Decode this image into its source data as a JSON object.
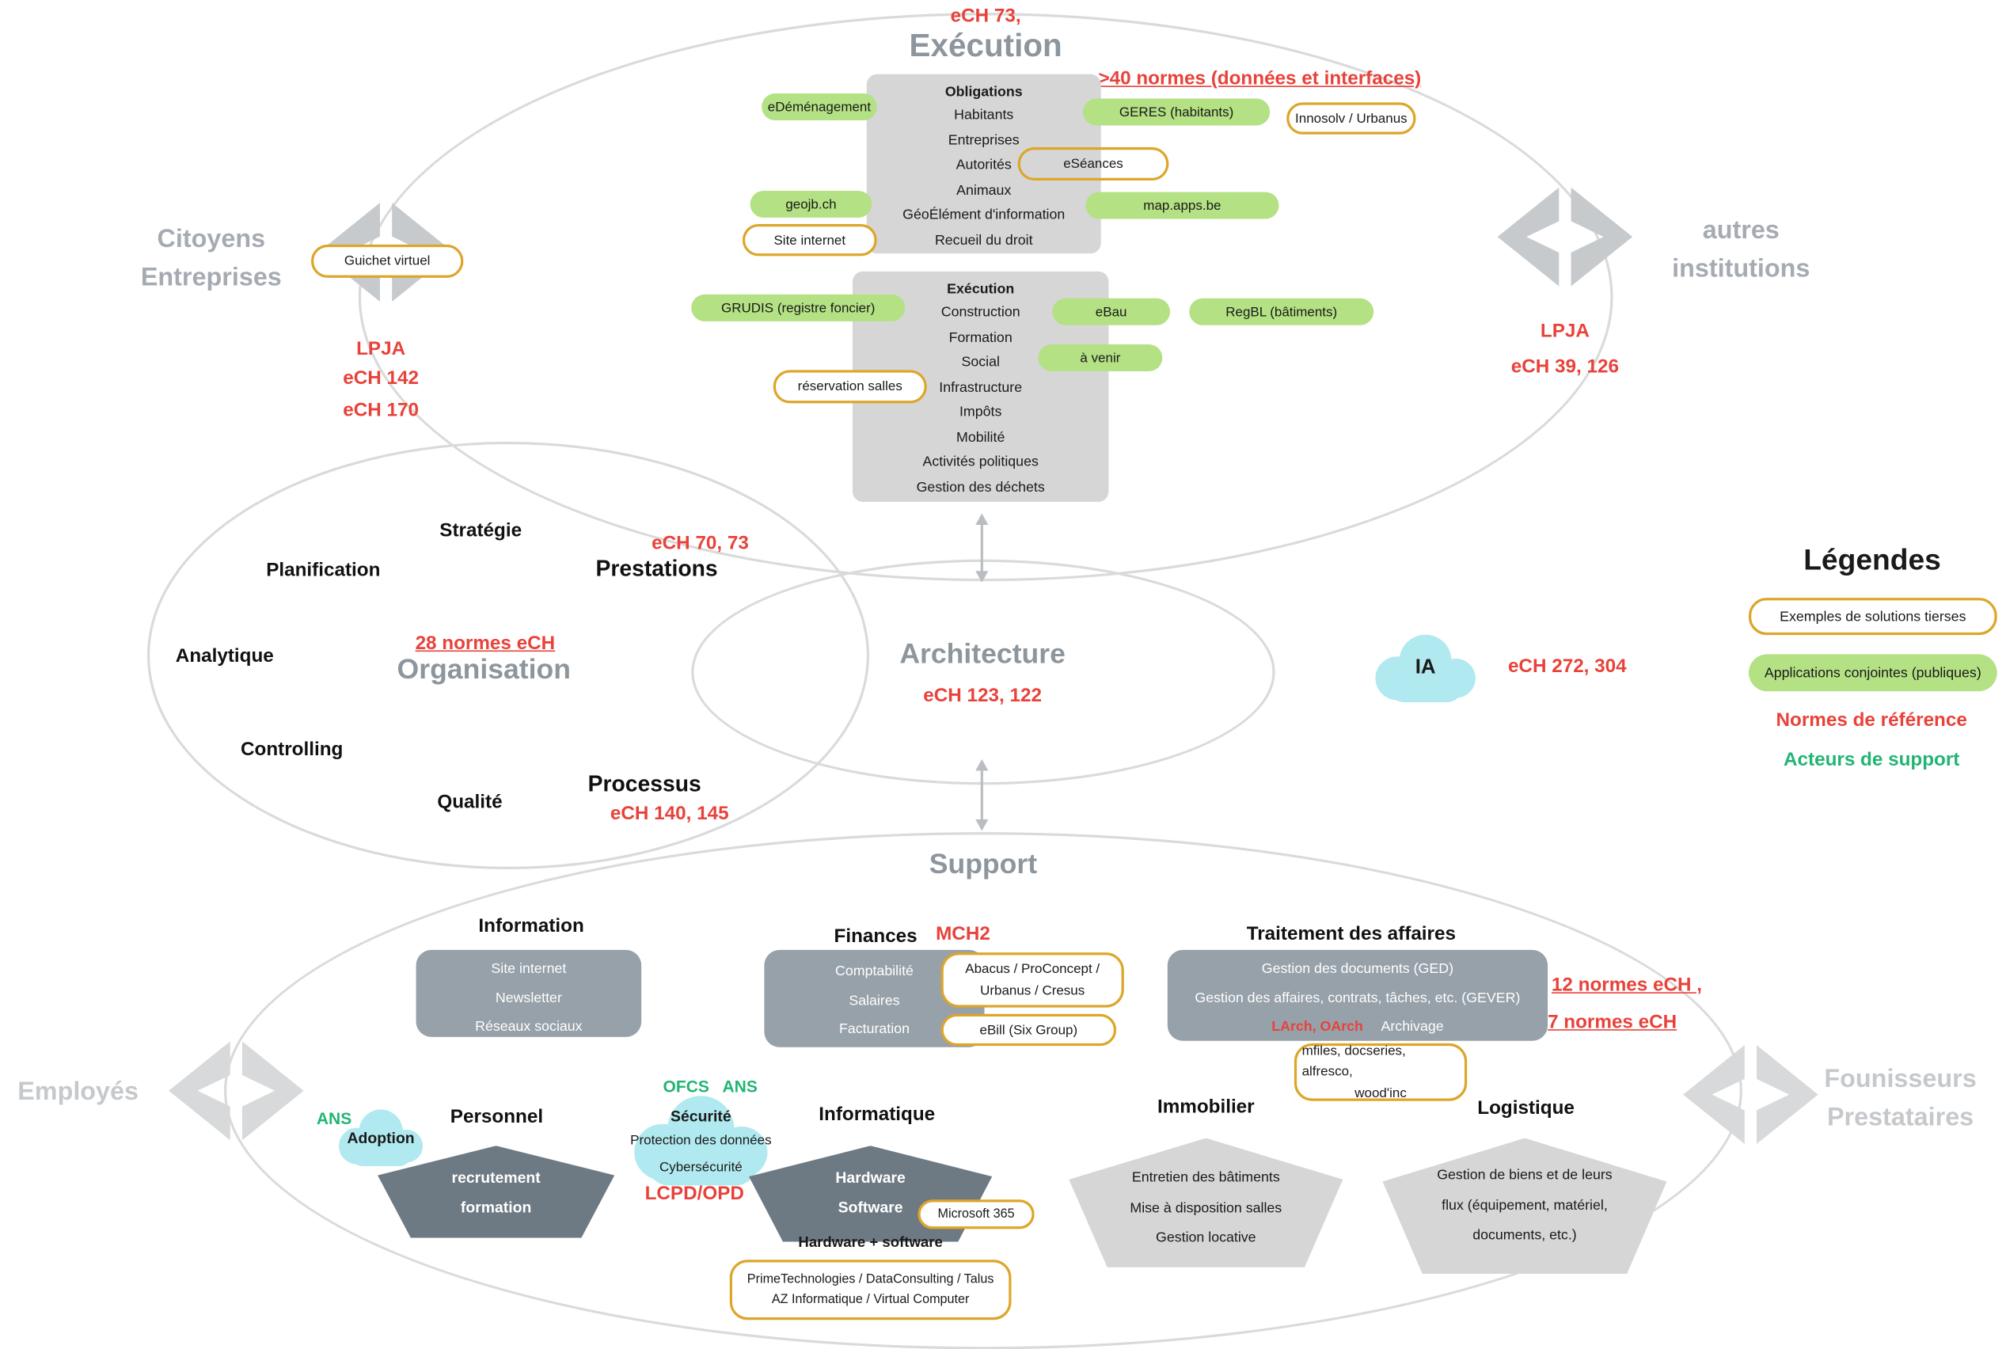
{
  "execution": {
    "norm": "eCH 73,",
    "title": "Exécution",
    "norms_banner": ">40 normes (données et interfaces)",
    "obligations": {
      "title": "Obligations",
      "items": [
        "Habitants",
        "Entreprises",
        "Autorités",
        "Animaux",
        "GéoÉlément d'information",
        "Recueil du droit"
      ]
    },
    "exec_box": {
      "title": "Exécution",
      "items": [
        "Construction",
        "Formation",
        "Social",
        "Infrastructure",
        "Impôts",
        "Mobilité",
        "Activités politiques",
        "Gestion des déchets"
      ]
    },
    "pills": {
      "edemenagement": "eDéménagement",
      "geres": "GERES (habitants)",
      "innosolv": "Innosolv / Urbanus",
      "eseances": "eSéances",
      "geojb": "geojb.ch",
      "mapapps": "map.apps.be",
      "site_internet": "Site internet",
      "grudis": "GRUDIS (registre foncier)",
      "ebau": "eBau",
      "regbl": "RegBL (bâtiments)",
      "avenir": "à venir",
      "reservation": "réservation salles"
    }
  },
  "citoyens": {
    "line1": "Citoyens",
    "line2": "Entreprises",
    "guichet": "Guichet virtuel",
    "norm1": "LPJA",
    "norm2": "eCH 142",
    "norm3": "eCH 170"
  },
  "autres": {
    "line1": "autres",
    "line2": "institutions",
    "norm1": "LPJA",
    "norm2": "eCH 39, 126"
  },
  "organisation": {
    "title": "Organisation",
    "strategie": "Stratégie",
    "planification": "Planification",
    "analytique": "Analytique",
    "controlling": "Controlling",
    "qualite": "Qualité",
    "prestations": "Prestations",
    "processus": "Processus",
    "ech7073": "eCH 70, 73",
    "normes28": "28 normes eCH",
    "ech140145": "eCH 140, 145"
  },
  "architecture": {
    "title": "Architecture",
    "norm": "eCH 123, 122"
  },
  "ia": {
    "label": "IA",
    "norm": "eCH 272, 304"
  },
  "legende": {
    "title": "Légendes",
    "tierses": "Exemples de solutions tierses",
    "conjointes": "Applications conjointes (publiques)",
    "normes": "Normes de référence",
    "acteurs": "Acteurs de support"
  },
  "support": {
    "title": "Support",
    "information": {
      "title": "Information",
      "items": [
        "Site internet",
        "Newsletter",
        "Réseaux sociaux"
      ]
    },
    "finances": {
      "title": "Finances",
      "mch2": "MCH2",
      "items": [
        "Comptabilité",
        "Salaires",
        "Facturation"
      ],
      "abacus_l1": "Abacus / ProConcept /",
      "abacus_l2": "Urbanus / Cresus",
      "ebill": "eBill (Six Group)"
    },
    "affaires": {
      "title": "Traitement des affaires",
      "ged": "Gestion des documents (GED)",
      "gever": "Gestion des affaires, contrats, tâches, etc. (GEVER)",
      "larch": "LArch, OArch",
      "archivage": "Archivage",
      "normes12": "12 normes eCH ,",
      "normes7": "7 normes eCH",
      "mfiles_l1": "mfiles, docseries, alfresco,",
      "mfiles_l2": "wood'inc"
    },
    "personnel": {
      "ans": "ANS",
      "adoption": "Adoption",
      "title": "Personnel",
      "line1": "recrutement",
      "line2": "formation"
    },
    "securite": {
      "ofcs": "OFCS",
      "ans": "ANS",
      "title": "Sécurité",
      "line1": "Protection des données",
      "line2": "Cybersécurité",
      "lcpd": "LCPD/OPD"
    },
    "informatique": {
      "title": "Informatique",
      "line1": "Hardware",
      "line2": "Software",
      "microsoft": "Microsoft 365",
      "hwsw": "Hardware + software",
      "prime_l1": "PrimeTechnologies / DataConsulting / Talus",
      "prime_l2": "AZ Informatique / Virtual Computer"
    },
    "immobilier": {
      "title": "Immobilier",
      "items": [
        "Entretien des bâtiments",
        "Mise à disposition salles",
        "Gestion locative"
      ]
    },
    "logistique": {
      "title": "Logistique",
      "items": [
        "Gestion de biens et de leurs",
        "flux (équipement, matériel,",
        "documents, etc.)"
      ]
    }
  },
  "employes": {
    "label": "Employés"
  },
  "fournisseurs": {
    "line1": "Founisseurs",
    "line2": "Prestataires"
  }
}
